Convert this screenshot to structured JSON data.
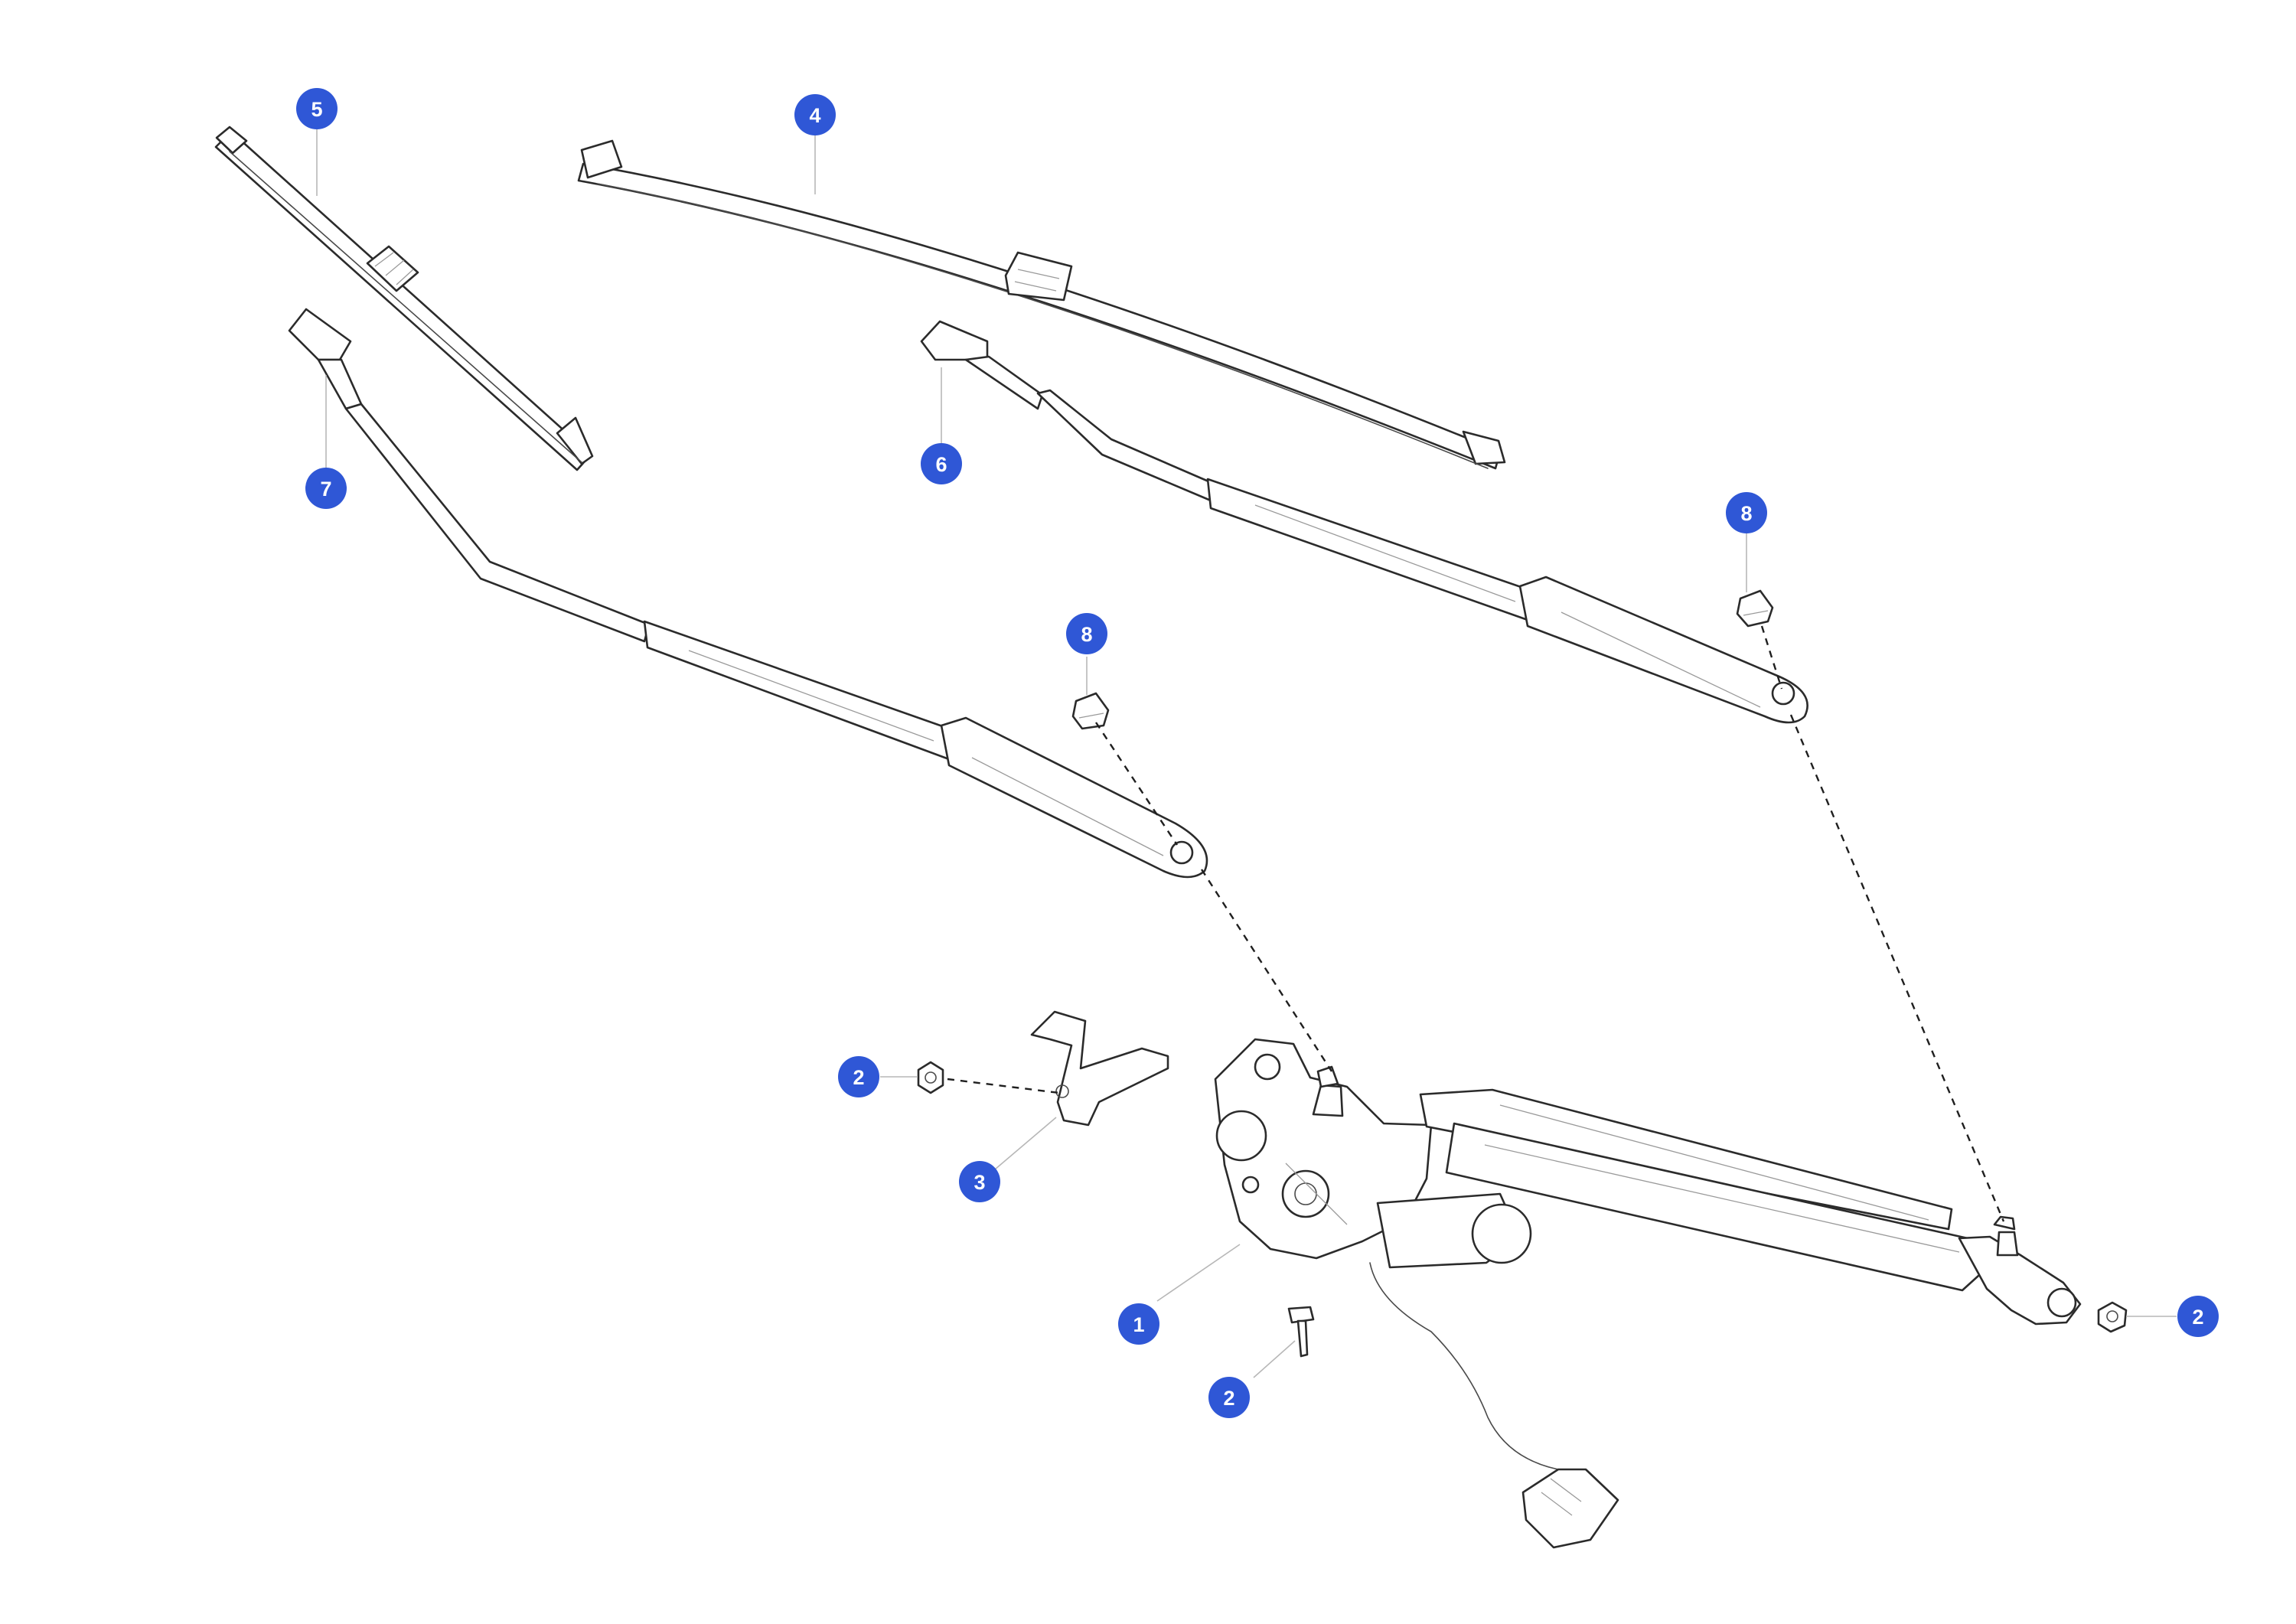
{
  "colors": {
    "callout_fill": "#2f57d6",
    "callout_text": "#ffffff",
    "linework": "#2b2b2b",
    "leader": "#b7b7b7",
    "background": "#ffffff"
  },
  "callouts": [
    {
      "id": "c5",
      "label": "5"
    },
    {
      "id": "c4",
      "label": "4"
    },
    {
      "id": "c7",
      "label": "7"
    },
    {
      "id": "c6",
      "label": "6"
    },
    {
      "id": "c8a",
      "label": "8"
    },
    {
      "id": "c8b",
      "label": "8"
    },
    {
      "id": "c2a",
      "label": "2"
    },
    {
      "id": "c3",
      "label": "3"
    },
    {
      "id": "c1",
      "label": "1"
    },
    {
      "id": "c2b",
      "label": "2"
    },
    {
      "id": "c2c",
      "label": "2"
    }
  ]
}
